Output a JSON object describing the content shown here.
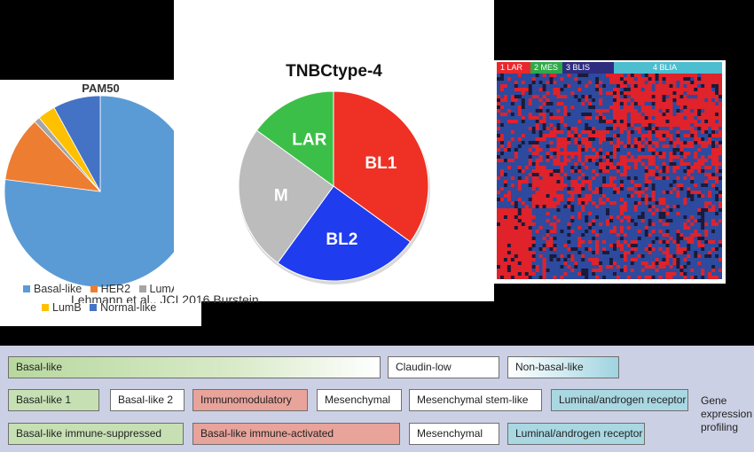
{
  "pam50": {
    "title": "PAM50",
    "chart_data": {
      "type": "pie",
      "title": "PAM50",
      "labels": [
        "Basal-like",
        "HER2",
        "LumA",
        "LumB",
        "Normal-like"
      ],
      "values": [
        77,
        11,
        1,
        3,
        8
      ],
      "colors": [
        "#5b9bd5",
        "#ed7d31",
        "#a5a5a5",
        "#ffc000",
        "#4472c4"
      ]
    },
    "legend": {
      "basal": "Basal-like",
      "her2": "HER2",
      "luma": "LumA",
      "lumb": "LumB",
      "normal": "Normal-like"
    }
  },
  "tnbc": {
    "title": "TNBCtype-4",
    "chart_data": {
      "type": "pie",
      "title": "TNBCtype-4",
      "labels": [
        "BL1",
        "BL2",
        "M",
        "LAR"
      ],
      "values": [
        35,
        25,
        25,
        15
      ],
      "colors": [
        "#ee3124",
        "#1f3cee",
        "#bcbcbc",
        "#3cbf48"
      ]
    },
    "citation": "Lehmann et al., JCI 2016        Burstein"
  },
  "heatmap": {
    "segments": [
      {
        "label": "1 LAR",
        "color": "#e8282c"
      },
      {
        "label": "2 MES",
        "color": "#2fa84a"
      },
      {
        "label": "3 BLIS",
        "color": "#2e2c7e"
      },
      {
        "label": "4 BLIA",
        "color": "#4dbdd0"
      }
    ],
    "colors": {
      "high": "#e0222a",
      "low": "#2d4a9e",
      "mid": "#1a1a3a"
    }
  },
  "taxonomy": {
    "row1": {
      "basal": "Basal-like",
      "claudin": "Claudin-low",
      "nonbasal": "Non-basal-like"
    },
    "row2": {
      "bl1": "Basal-like 1",
      "bl2": "Basal-like 2",
      "im": "Immunomodulatory",
      "mes": "Mesenchymal",
      "msl": "Mesenchymal stem-like",
      "lar": "Luminal/androgen receptor"
    },
    "row3": {
      "blis": "Basal-like immune-suppressed",
      "blia": "Basal-like immune-activated",
      "mes": "Mesenchymal",
      "lar": "Luminal/androgen receptor"
    },
    "gene_expression_label": "Gene expression profiling"
  }
}
